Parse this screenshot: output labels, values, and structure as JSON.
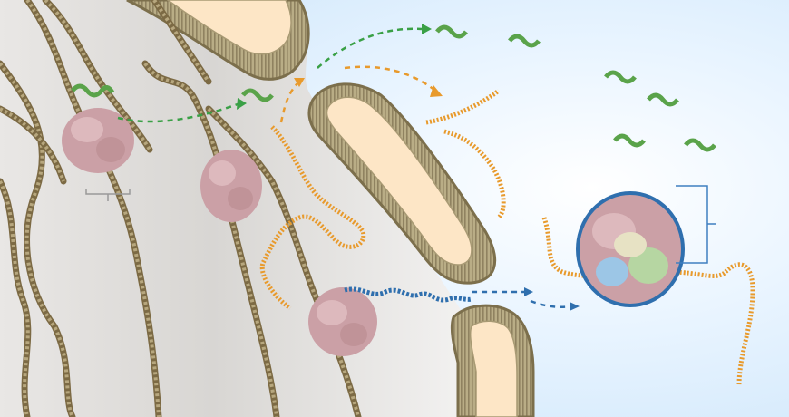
{
  "illustration": {
    "labels": [],
    "colors": {
      "nucleus_gray": "#d6d4d2",
      "cytoplasm_blue": "#dcefff",
      "membrane_outer": "#8a7d5a",
      "membrane_fill": "#b8ab85",
      "lumen": "#fde6c6",
      "dna_tan": "#b7a77e",
      "dna_dark": "#7c6a44",
      "histone_pink": "#cfa5aa",
      "rna_green": "#5aa34a",
      "rna_orange": "#e89a2c",
      "rna_blue": "#2f6fae",
      "bracket": "#3f7fc0"
    },
    "icons": [
      "nuclear-pore",
      "chromatin-fiber",
      "histone-cluster",
      "trna-molecule",
      "mrna-strand",
      "ribosome-complex",
      "transport-arrow"
    ]
  }
}
